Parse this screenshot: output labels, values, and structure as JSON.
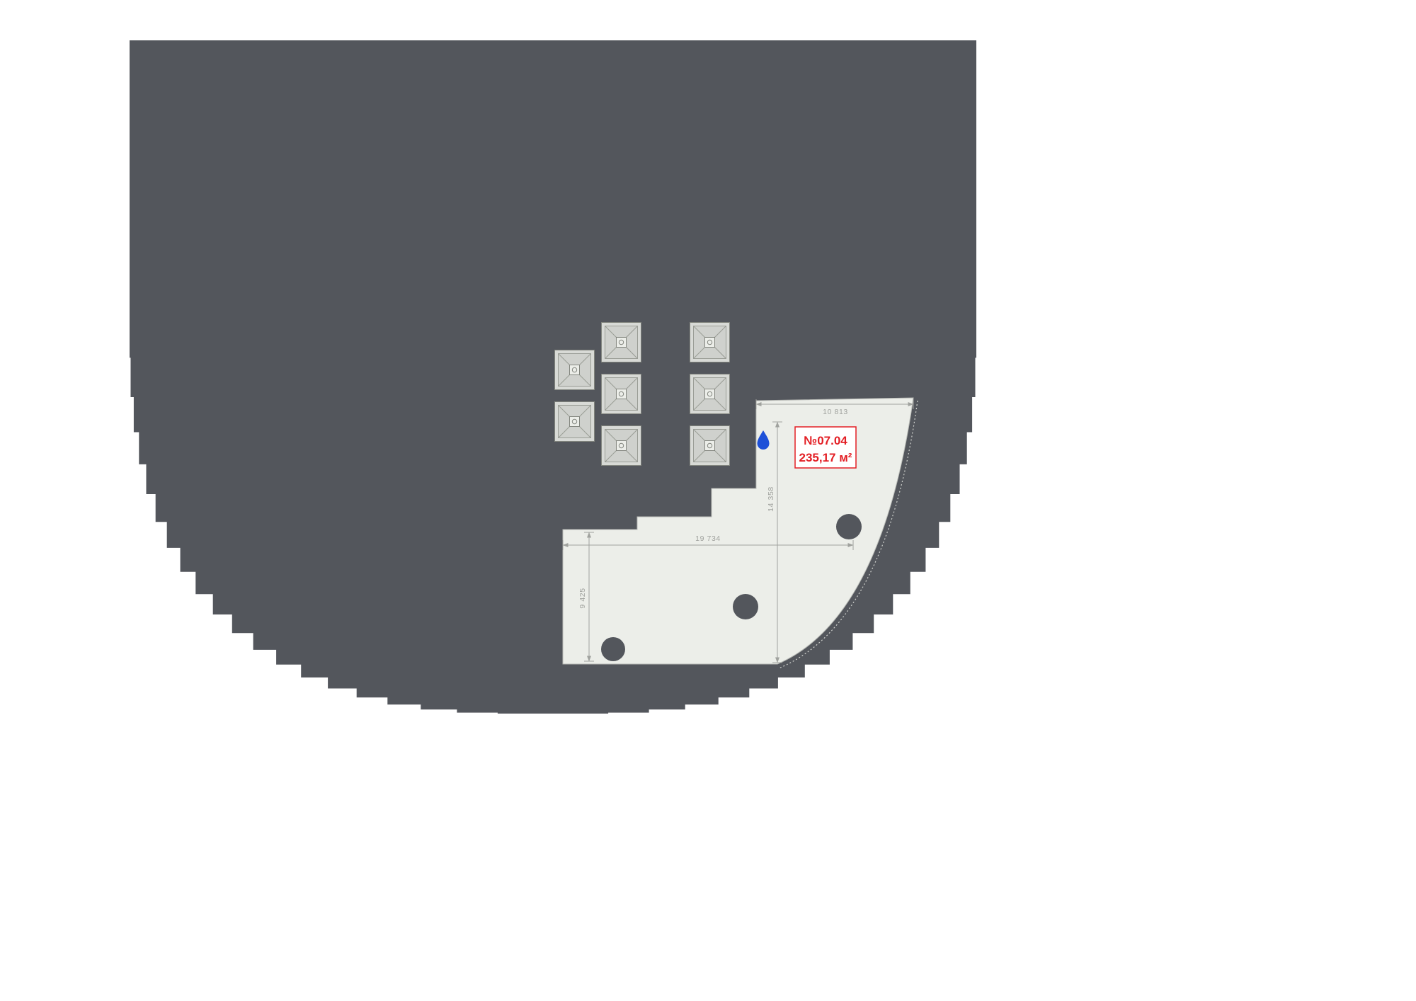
{
  "floorplan": {
    "unit_label": {
      "number": "№07.04",
      "area": "235,17 м²"
    },
    "dimensions": {
      "top": "10 813",
      "unit_height": "14 358",
      "bottom_width": "19 734",
      "left_height": "9 425"
    },
    "icons": {
      "water_drop": "water-drop-icon",
      "elevator": "elevator-shaft-icon"
    },
    "colors": {
      "building": "#53565c",
      "unit_fill": "#eceee9",
      "accent_red": "#e31e24",
      "water_blue": "#1d50d8",
      "dimension_gray": "#a0a29e"
    }
  }
}
